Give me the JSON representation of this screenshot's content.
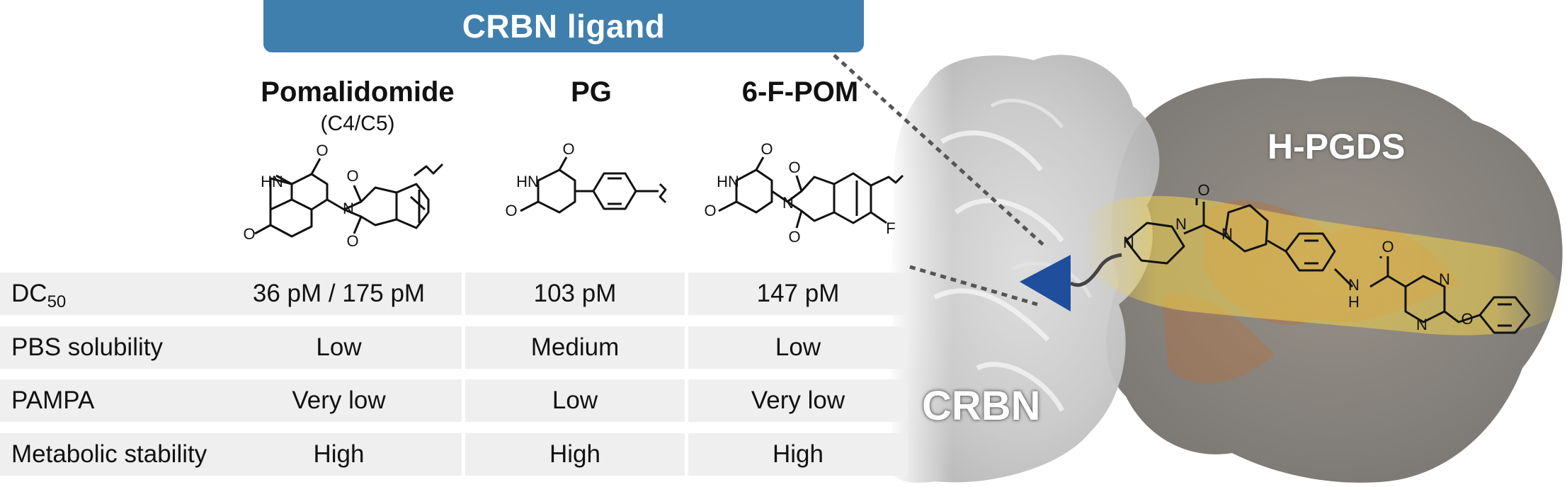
{
  "banner": {
    "title": "CRBN ligand",
    "color": "#3f7fae"
  },
  "columns": [
    {
      "name": "Pomalidomide",
      "note": "(C4/C5)"
    },
    {
      "name": "PG"
    },
    {
      "name": "6-F-POM"
    }
  ],
  "rows": [
    {
      "label_main": "DC",
      "label_sub": "50",
      "values": [
        "36 pM / 175 pM",
        "103 pM",
        "147 pM"
      ]
    },
    {
      "label_main": "PBS solubility",
      "values": [
        "Low",
        "Medium",
        "Low"
      ]
    },
    {
      "label_main": "PAMPA",
      "values": [
        "Very low",
        "Low",
        "Very low"
      ]
    },
    {
      "label_main": "Metabolic stability",
      "values": [
        "High",
        "High",
        "High"
      ]
    }
  ],
  "proteins": {
    "left": "CRBN",
    "right": "H-PGDS"
  },
  "structures": {
    "atoms": [
      "HN",
      "O",
      "O",
      "O",
      "O",
      "N",
      "HN",
      "O",
      "O",
      "HN",
      "O",
      "O",
      "O",
      "O",
      "N",
      "F"
    ]
  },
  "target_ligand": {
    "atoms": [
      "N",
      "N",
      "O",
      "N",
      "N",
      "H",
      "O",
      "N",
      "N",
      "O"
    ]
  },
  "colors": {
    "arrowhead": "#1f4e9c",
    "highlight": "#f2d24a",
    "table_fill": "#efefef"
  }
}
